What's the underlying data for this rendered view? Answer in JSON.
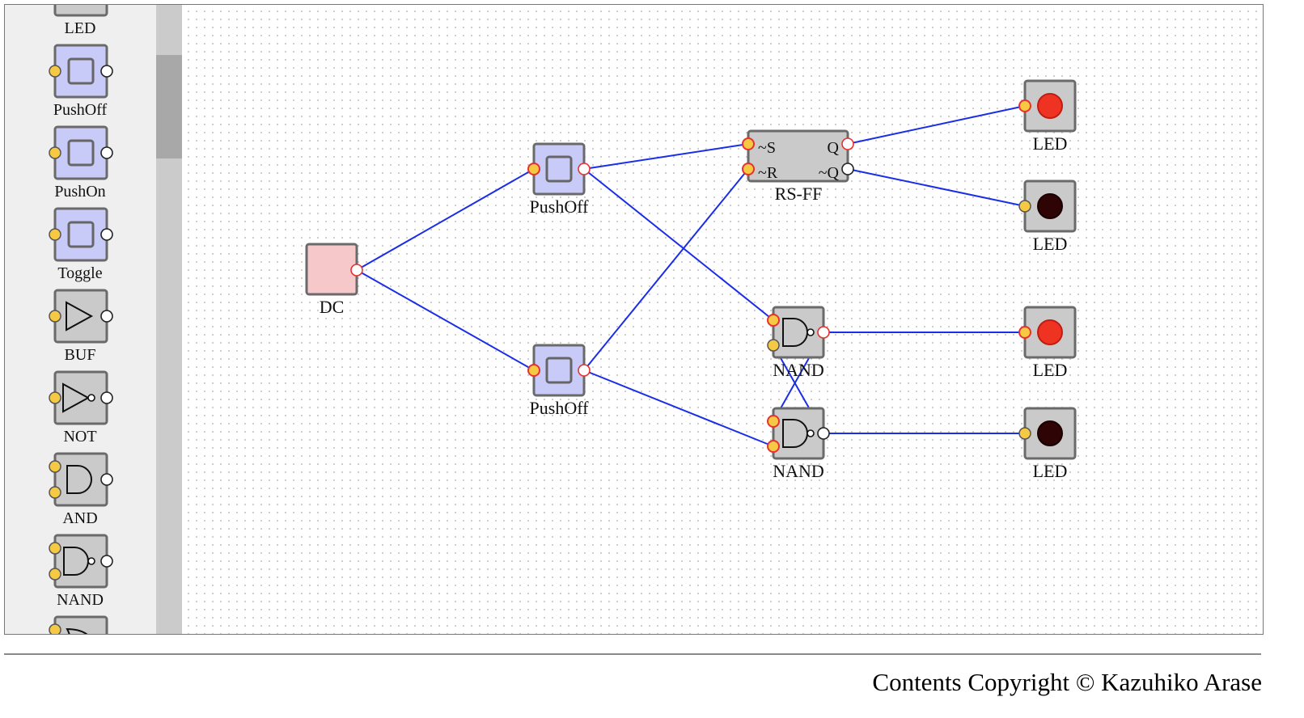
{
  "palette": {
    "items": [
      {
        "id": "led",
        "label": "LED",
        "kind": "led"
      },
      {
        "id": "pushoff",
        "label": "PushOff",
        "kind": "switch"
      },
      {
        "id": "pushon",
        "label": "PushOn",
        "kind": "switch"
      },
      {
        "id": "toggle",
        "label": "Toggle",
        "kind": "switch"
      },
      {
        "id": "buf",
        "label": "BUF",
        "kind": "buf"
      },
      {
        "id": "not",
        "label": "NOT",
        "kind": "not"
      },
      {
        "id": "and",
        "label": "AND",
        "kind": "and"
      },
      {
        "id": "nand",
        "label": "NAND",
        "kind": "nand"
      },
      {
        "id": "or",
        "label": "",
        "kind": "or"
      }
    ]
  },
  "circuit": {
    "dc": {
      "label": "DC"
    },
    "pushoff_top": {
      "label": "PushOff"
    },
    "pushoff_bottom": {
      "label": "PushOff"
    },
    "rsff": {
      "label": "RS-FF",
      "pin_s": "~S",
      "pin_r": "~R",
      "pin_q": "Q",
      "pin_nq": "~Q"
    },
    "nand_top": {
      "label": "NAND"
    },
    "nand_bottom": {
      "label": "NAND"
    },
    "led_1": {
      "label": "LED",
      "state": "on"
    },
    "led_2": {
      "label": "LED",
      "state": "off"
    },
    "led_3": {
      "label": "LED",
      "state": "on"
    },
    "led_4": {
      "label": "LED",
      "state": "off"
    }
  },
  "colors": {
    "wire": "#1a2ee8",
    "input_pin": "#f6c945",
    "active_pin_ring": "#e83030",
    "led_on": "#ee3322",
    "led_off": "#2e0404",
    "dc_fill": "#f6c8ca",
    "switch_fill": "#c8caf7",
    "gate_fill": "#cacaca"
  },
  "footer": {
    "copyright": "Contents Copyright © Kazuhiko Arase"
  }
}
